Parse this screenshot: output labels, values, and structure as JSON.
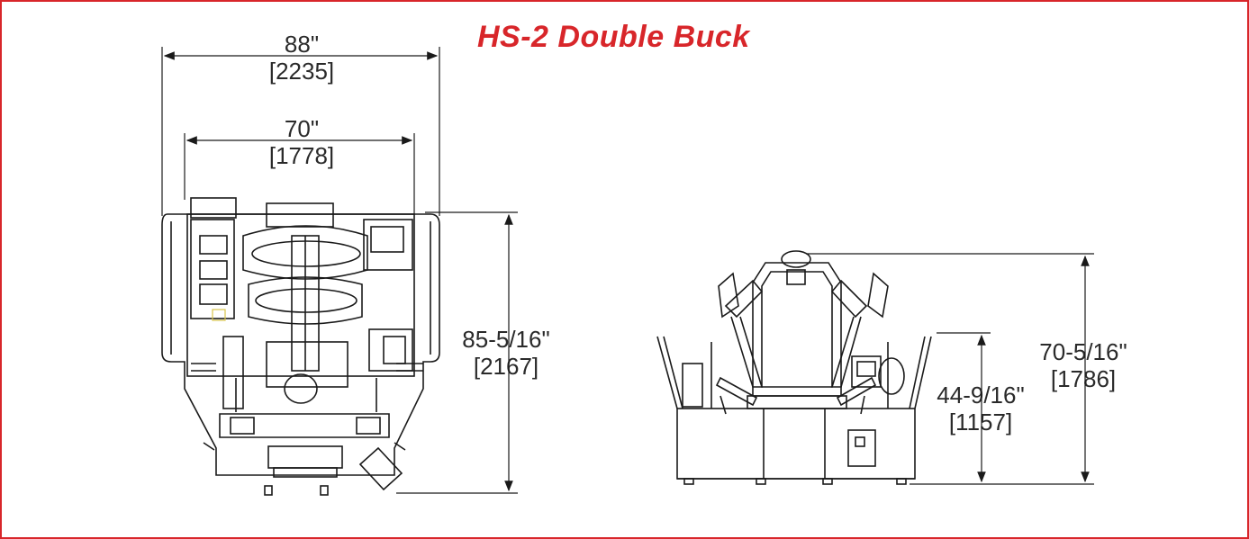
{
  "title": "HS-2 Double Buck",
  "colors": {
    "accent": "#d8262a",
    "line": "#1a1a1a",
    "text": "#2a2a2a"
  },
  "dimensions": {
    "overall_width": {
      "imperial": "88\"",
      "metric": "[2235]"
    },
    "frame_width": {
      "imperial": "70\"",
      "metric": "[1778]"
    },
    "depth": {
      "imperial": "85-5/16\"",
      "metric": "[2167]"
    },
    "table_height": {
      "imperial": "44-9/16\"",
      "metric": "[1157]"
    },
    "overall_height": {
      "imperial": "70-5/16\"",
      "metric": "[1786]"
    }
  }
}
